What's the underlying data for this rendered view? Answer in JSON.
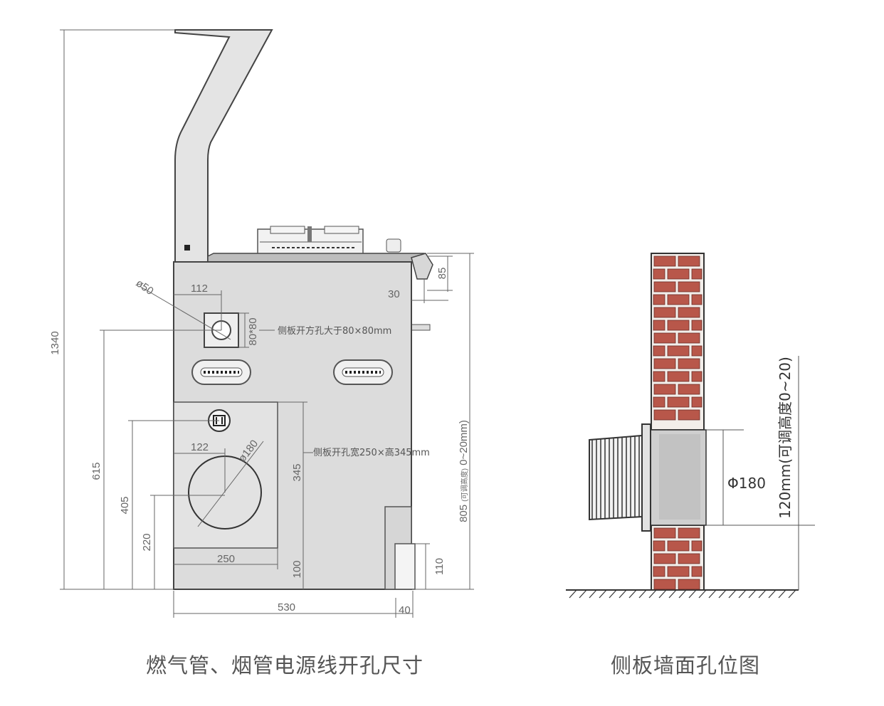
{
  "captions": {
    "left": "燃气管、烟管电源线开孔尺寸",
    "right": "侧板墙面孔位图"
  },
  "stove_dims": {
    "total_height": "1340",
    "d_pipe": "ø50",
    "d112": "112",
    "d80_vert": "80*80",
    "note_hole_80": "侧板开方孔大于80×80mm",
    "d615": "615",
    "d405": "405",
    "d220": "220",
    "d122": "122",
    "d180": "ø180",
    "note_hole_250": "侧板开孔宽250×高345mm",
    "d345": "345",
    "d250": "250",
    "d100": "100",
    "d530": "530",
    "d40": "40",
    "d110": "110",
    "d30": "30",
    "d85": "85",
    "d805": "805",
    "note_805_small": "(可调高度)",
    "note_805_range": "0~20mm)"
  },
  "wall_dims": {
    "phi": "Φ180",
    "adjust": "120mm(可调高度0~20)"
  },
  "colors": {
    "panel": "#dcdcdc",
    "panel_light": "#e6e6e6",
    "line": "#555555",
    "brick": "#b8574a",
    "mortar": "#f3eeea"
  }
}
